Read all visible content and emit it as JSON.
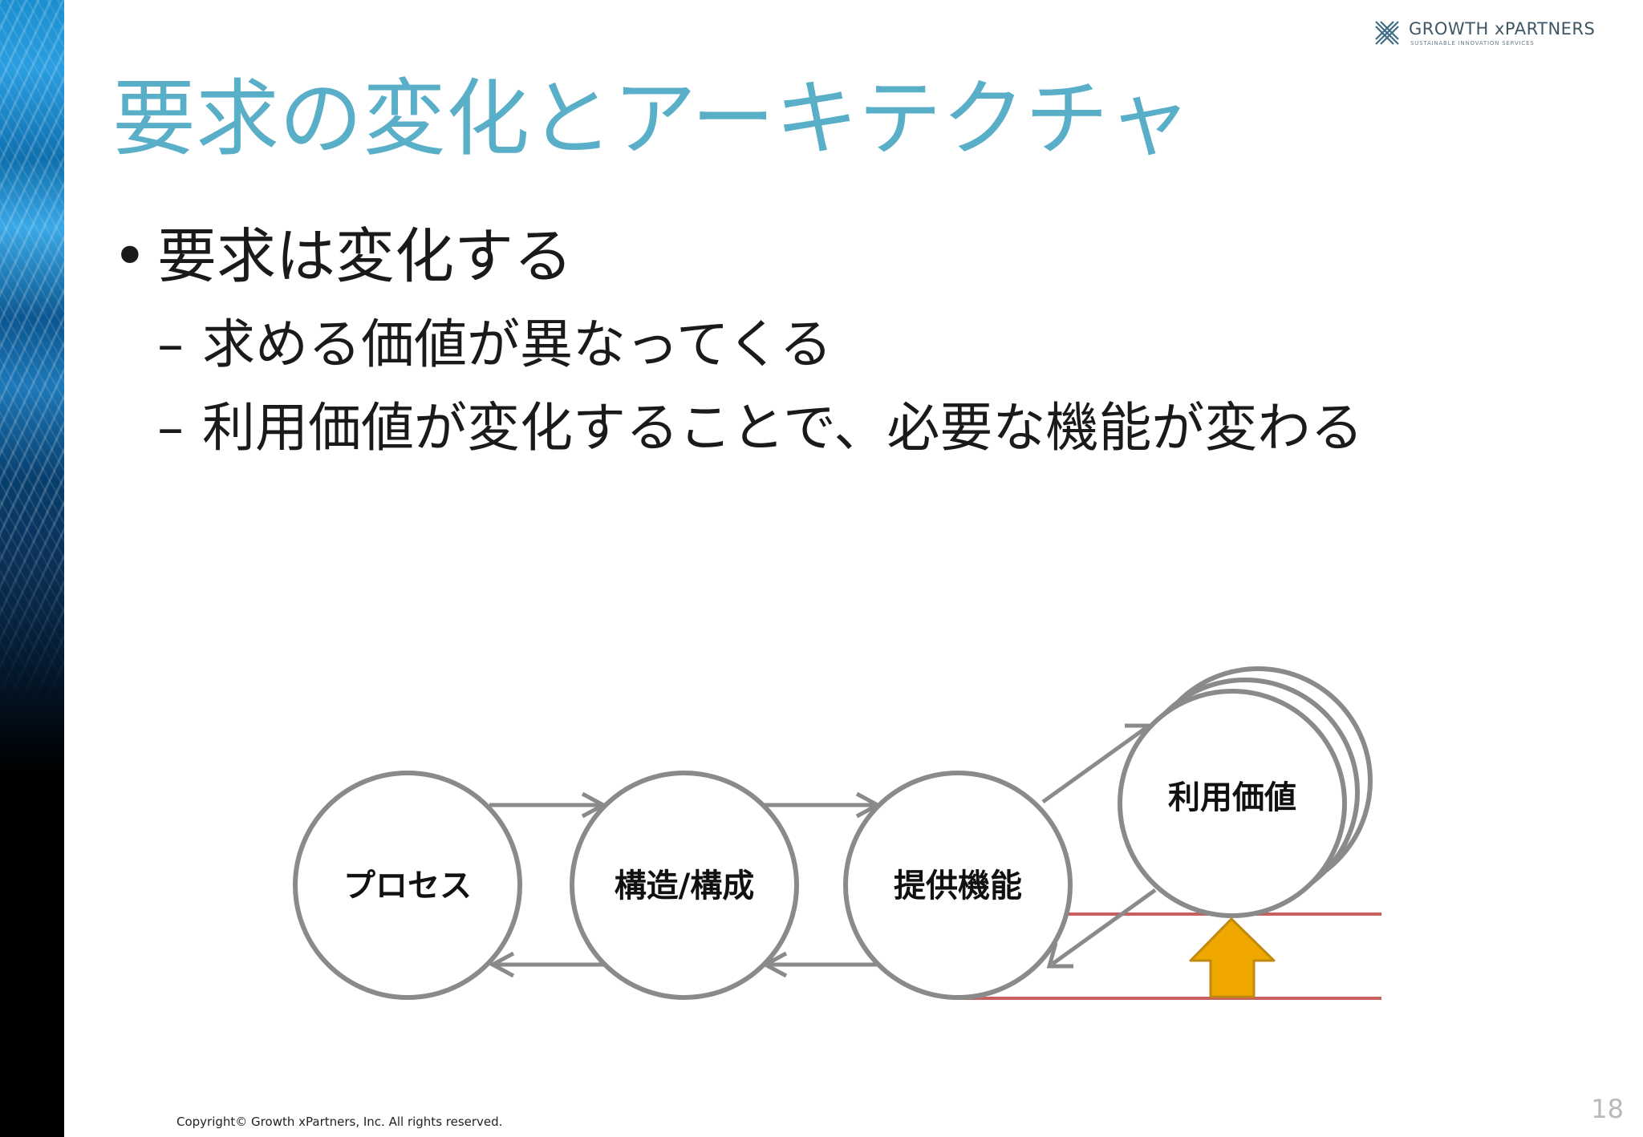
{
  "logo": {
    "name": "GROWTH xPARTNERS",
    "tagline": "SUSTAINABLE INNOVATION SERVICES"
  },
  "title": "要求の変化とアーキテクチャ",
  "bullets": {
    "level1": "要求は変化する",
    "bullet_glyph": "•",
    "dash_glyph": "–",
    "level2": [
      "求める価値が異なってくる",
      "利用価値が変化することで、必要な機能が変わる"
    ]
  },
  "diagram": {
    "nodes": [
      {
        "id": "process",
        "label": "プロセス"
      },
      {
        "id": "structure",
        "label": "構造/構成"
      },
      {
        "id": "function",
        "label": "提供機能"
      },
      {
        "id": "value",
        "label": "利用価値"
      }
    ],
    "colors": {
      "circle_stroke": "#8a8a8a",
      "arrow": "#8a8a8a",
      "red_line": "#c0504d",
      "up_arrow_fill": "#f0a800",
      "up_arrow_stroke": "#c08a10"
    }
  },
  "footer": {
    "copyright": "Copyright© Growth xPartners, Inc. All rights reserved.",
    "page_number": "18"
  },
  "colors": {
    "title": "#5aafc8",
    "body_text": "#1a1a1a"
  }
}
